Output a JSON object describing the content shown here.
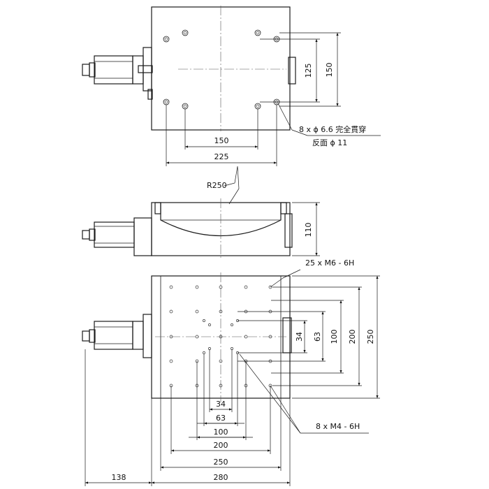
{
  "top_view": {
    "dims": {
      "width_inner": "150",
      "width_outer": "225",
      "height_inner": "125",
      "height_outer": "150"
    },
    "hole_note_line1": "8 x ϕ  6.6 完全貫穿",
    "hole_note_line2": "反面   ϕ 11"
  },
  "side_view": {
    "radius": "R250",
    "height": "110"
  },
  "bottom_view": {
    "tapped_top": "25 x  M6 - 6H",
    "tapped_bottom": "8 x  M4 - 6H",
    "vertical_dims": [
      "34",
      "63",
      "100",
      "200",
      "250"
    ],
    "horizontal_dims": [
      "34",
      "63",
      "100",
      "200",
      "250",
      "280"
    ],
    "offset": "138"
  }
}
